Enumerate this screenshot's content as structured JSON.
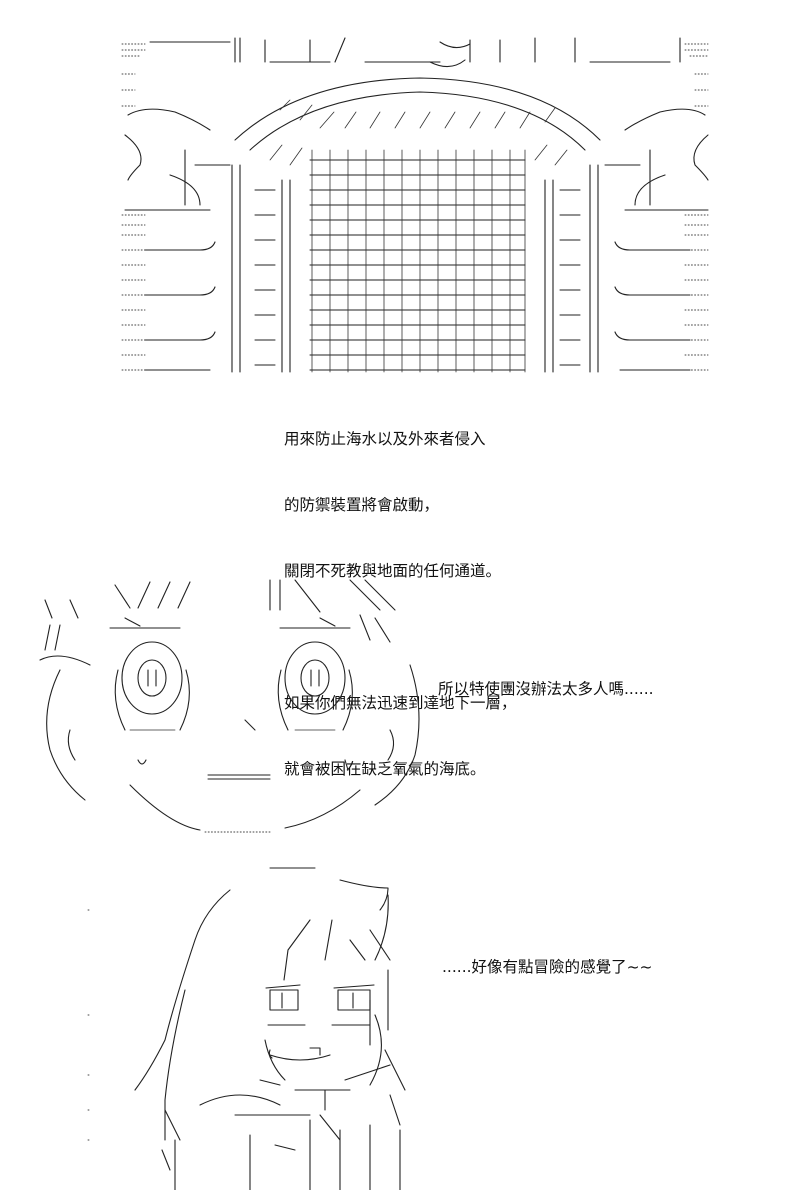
{
  "story": {
    "narration": {
      "paragraph_1": [
        "用來防止海水以及外來者侵入",
        "的防禦裝置將會啟動，",
        "關閉不死教與地面的任何通道。"
      ],
      "paragraph_2": [
        "如果你們無法迅速到達地下一層，",
        "就會被困在缺乏氧氣的海底。"
      ]
    },
    "panel_2": {
      "dialogue": "所以特使團沒辦法太多人嗎......"
    },
    "panel_3": {
      "dialogue": "......好像有點冒險的感覺了~~"
    }
  },
  "art": {
    "gate": {
      "kind": "ascii-art",
      "subject": "underground gate with pillars and brick walls",
      "wall_text_left": ":::::::::::::::::",
      "wall_text_right": ":::::::::::::::::"
    },
    "surprised_face": {
      "kind": "ascii-art",
      "subject": "wide-eyed surprised character"
    },
    "character_bust": {
      "kind": "ascii-art",
      "subject": "long-haired character looking sideways"
    }
  },
  "colors": {
    "background": "#ffffff",
    "text": "#111111",
    "line_art": "#222222"
  }
}
